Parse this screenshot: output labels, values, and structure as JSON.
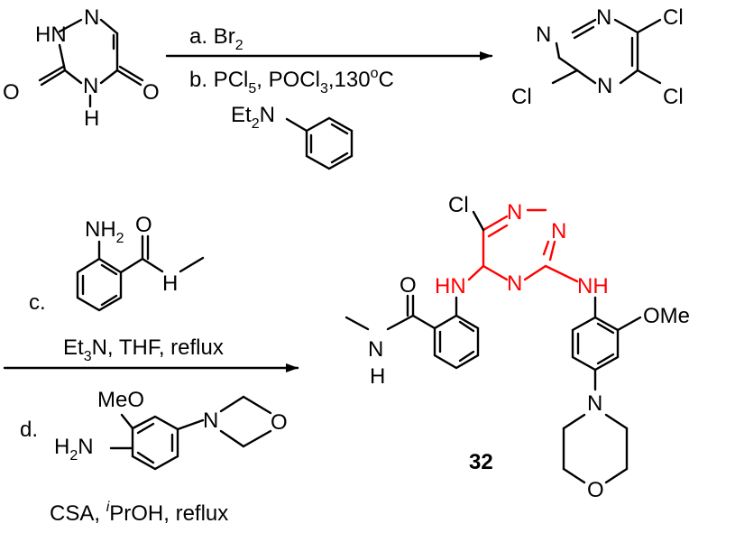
{
  "steps": {
    "a": "a. Br",
    "a_sub": "2",
    "b_prefix": "b. PCl",
    "b_sub1": "5",
    "b_mid": ", POCl",
    "b_sub2": "3",
    "b_temp": ",130",
    "b_deg": "o",
    "b_unit": "C",
    "c_label": "c.",
    "c_cond_a": "Et",
    "c_cond_sub": "3",
    "c_cond_b": "N, THF, reflux",
    "d_label": "d.",
    "d_cond_a": "CSA, ",
    "d_cond_i": "i",
    "d_cond_b": "PrOH, reflux"
  },
  "atoms": {
    "hn": "HN",
    "n": "N",
    "h": "H",
    "o": "O",
    "cl": "Cl",
    "et": "Et",
    "et_sub": "2",
    "nh2": "NH",
    "nh2_sub": "2",
    "h2": "H",
    "h2_sub": "2",
    "ome": "OMe",
    "meo": "MeO",
    "nh": "NH"
  },
  "compound": {
    "label": "32"
  },
  "colors": {
    "highlight": "#ff0000",
    "ink": "#000000"
  }
}
